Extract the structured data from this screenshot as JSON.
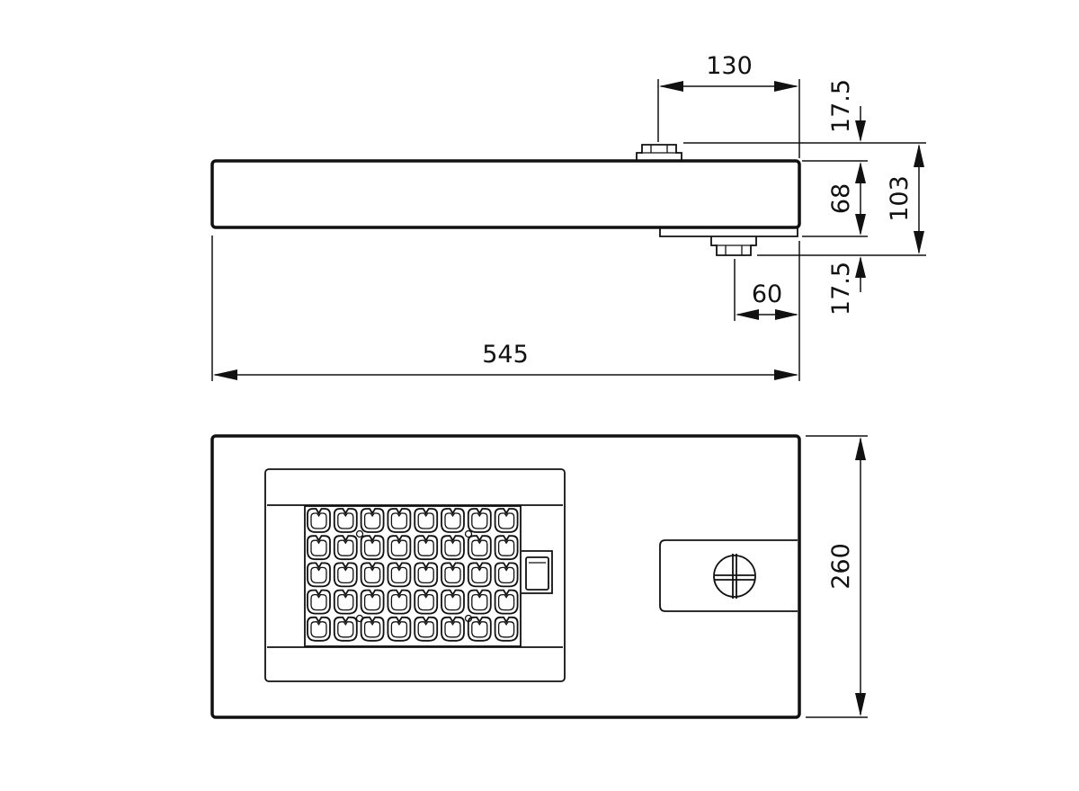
{
  "dimensions": {
    "top_offset_width": "130",
    "top_stud_height": "17.5",
    "body_height": "68",
    "total_height": "103",
    "bottom_offset_width": "60",
    "bottom_stud_height": "17.5",
    "overall_length": "545",
    "plan_width": "260"
  },
  "led_grid": {
    "rows": 5,
    "cols": 8
  },
  "colors": {
    "line": "#111111",
    "background": "#ffffff"
  }
}
